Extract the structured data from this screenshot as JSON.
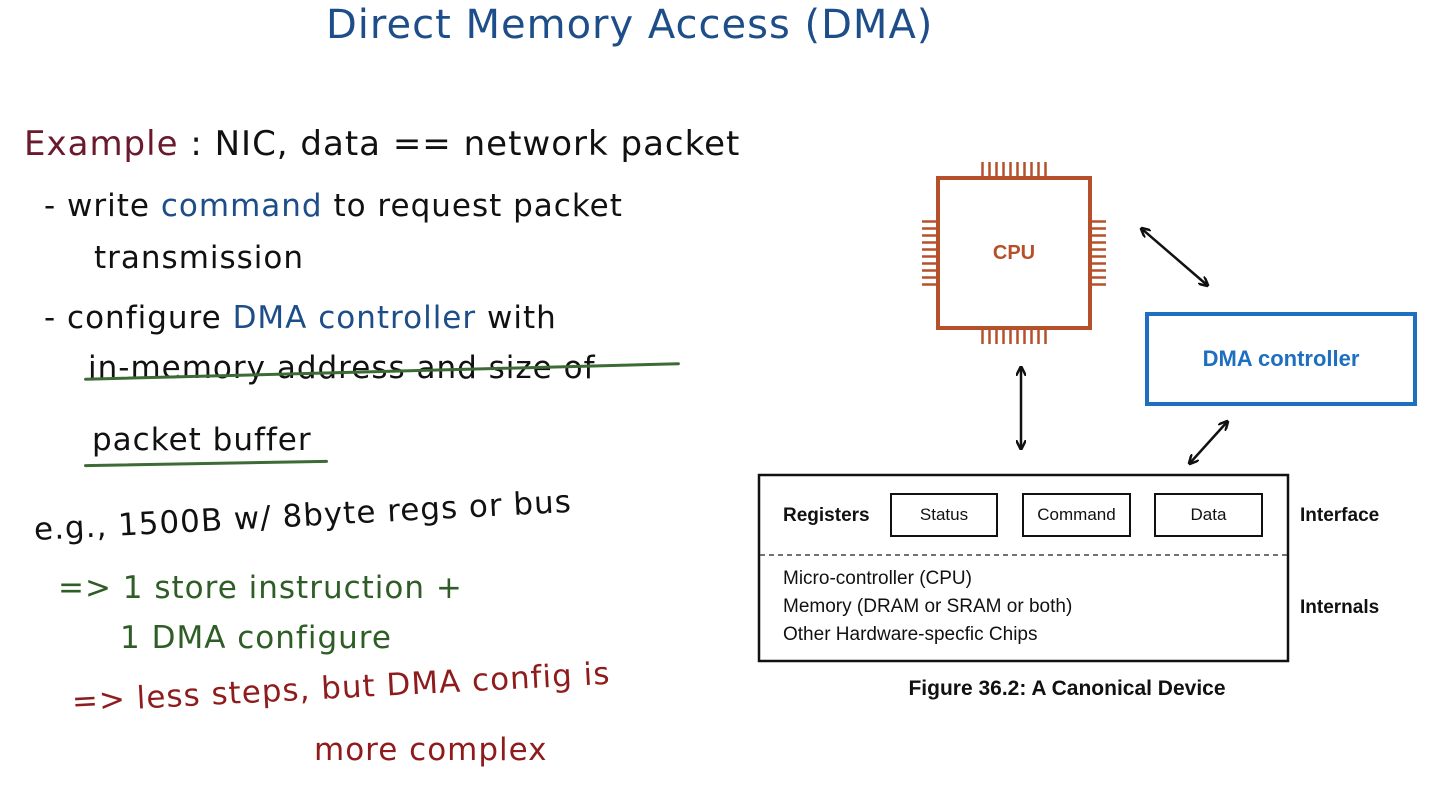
{
  "title": "Direct Memory Access (DMA)",
  "notes": {
    "example_label": "Example",
    "example_colon": ":",
    "example_text": "NIC, data == network packet",
    "b1_dash": "-",
    "b1_pre": "write",
    "b1_highlight": "command",
    "b1_post": "to request packet",
    "b1_cont": "transmission",
    "b2_dash": "-",
    "b2_pre": "configure",
    "b2_highlight": "DMA controller",
    "b2_post": "with",
    "b2_line2": "in-memory address and size of",
    "b2_line3": "packet buffer",
    "eg_line": "e.g., 1500B w/ 8byte regs or bus",
    "r1_line1": "=> 1 store instruction +",
    "r1_line2": "1 DMA configure",
    "r2_line1": "=> less steps, but DMA config is",
    "r2_line2": "more complex"
  },
  "diagram": {
    "cpu_label": "CPU",
    "dma_label": "DMA controller",
    "registers_label": "Registers",
    "reg_status": "Status",
    "reg_command": "Command",
    "reg_data": "Data",
    "interface_label": "Interface",
    "internal_1": "Micro-controller (CPU)",
    "internal_2": "Memory (DRAM or SRAM or both)",
    "internal_3": "Other Hardware-specfic Chips",
    "internals_label": "Internals",
    "caption": "Figure 36.2: A Canonical Device",
    "colors": {
      "cpu": "#b5502a",
      "dma": "#1e6fc0",
      "ink": "#111111"
    }
  }
}
